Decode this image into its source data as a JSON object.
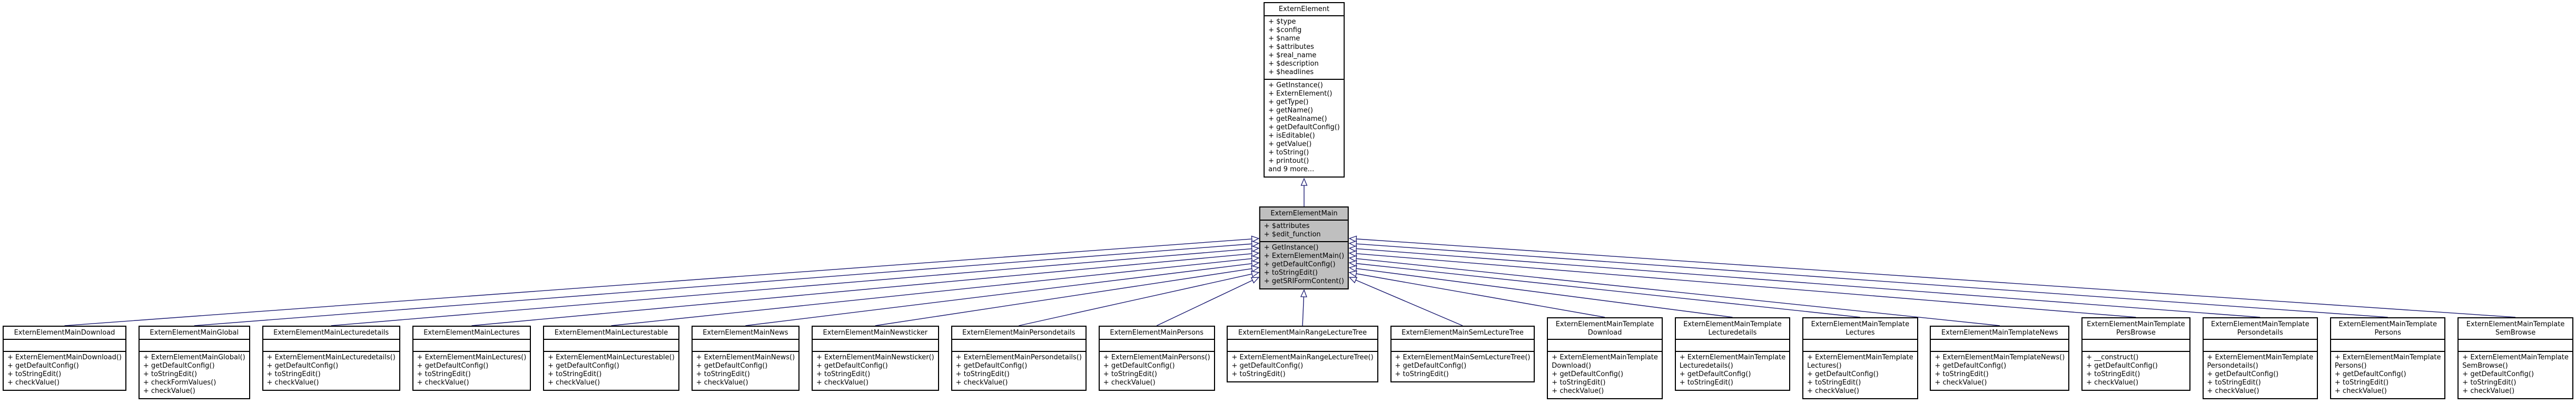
{
  "colors": {
    "edge": "#191970",
    "selected_fill": "#bfbfbf",
    "box_fill": "#ffffff",
    "border": "#000000"
  },
  "classes": {
    "base": {
      "title_lines": [
        "ExternElement"
      ],
      "attributes": [
        "+ $type",
        "+ $config",
        "+ $name",
        "+ $attributes",
        "+ $real_name",
        "+ $description",
        "+ $headlines"
      ],
      "methods": [
        "+ GetInstance()",
        "+ ExternElement()",
        "+ getType()",
        "+ getName()",
        "+ getRealname()",
        "+ getDefaultConfig()",
        "+ isEditable()",
        "+ getValue()",
        "+ toString()",
        "+ printout()",
        "and 9 more..."
      ]
    },
    "selected": {
      "title_lines": [
        "ExternElementMain"
      ],
      "attributes": [
        "+ $attributes",
        "+ $edit_function"
      ],
      "methods": [
        "+ GetInstance()",
        "+ ExternElementMain()",
        "+ getDefaultConfig()",
        "+ toStringEdit()",
        "+ getSRIFormContent()"
      ]
    },
    "derived": [
      {
        "title_lines": [
          "ExternElementMainDownload"
        ],
        "attributes": [],
        "methods": [
          "+ ExternElementMainDownload()",
          "+ getDefaultConfig()",
          "+ toStringEdit()",
          "+ checkValue()"
        ]
      },
      {
        "title_lines": [
          "ExternElementMainGlobal"
        ],
        "attributes": [],
        "methods": [
          "+ ExternElementMainGlobal()",
          "+ getDefaultConfig()",
          "+ toStringEdit()",
          "+ checkFormValues()",
          "+ checkValue()"
        ]
      },
      {
        "title_lines": [
          "ExternElementMainLecturedetails"
        ],
        "attributes": [],
        "methods": [
          "+ ExternElementMainLecturedetails()",
          "+ getDefaultConfig()",
          "+ toStringEdit()",
          "+ checkValue()"
        ]
      },
      {
        "title_lines": [
          "ExternElementMainLectures"
        ],
        "attributes": [],
        "methods": [
          "+ ExternElementMainLectures()",
          "+ getDefaultConfig()",
          "+ toStringEdit()",
          "+ checkValue()"
        ]
      },
      {
        "title_lines": [
          "ExternElementMainLecturestable"
        ],
        "attributes": [],
        "methods": [
          "+ ExternElementMainLecturestable()",
          "+ getDefaultConfig()",
          "+ toStringEdit()",
          "+ checkValue()"
        ]
      },
      {
        "title_lines": [
          "ExternElementMainNews"
        ],
        "attributes": [],
        "methods": [
          "+ ExternElementMainNews()",
          "+ getDefaultConfig()",
          "+ toStringEdit()",
          "+ checkValue()"
        ]
      },
      {
        "title_lines": [
          "ExternElementMainNewsticker"
        ],
        "attributes": [],
        "methods": [
          "+ ExternElementMainNewsticker()",
          "+ getDefaultConfig()",
          "+ toStringEdit()",
          "+ checkValue()"
        ]
      },
      {
        "title_lines": [
          "ExternElementMainPersondetails"
        ],
        "attributes": [],
        "methods": [
          "+ ExternElementMainPersondetails()",
          "+ getDefaultConfig()",
          "+ toStringEdit()",
          "+ checkValue()"
        ]
      },
      {
        "title_lines": [
          "ExternElementMainPersons"
        ],
        "attributes": [],
        "methods": [
          "+ ExternElementMainPersons()",
          "+ getDefaultConfig()",
          "+ toStringEdit()",
          "+ checkValue()"
        ]
      },
      {
        "title_lines": [
          "ExternElementMainRangeLectureTree"
        ],
        "attributes": [],
        "methods": [
          "+ ExternElementMainRangeLectureTree()",
          "+ getDefaultConfig()",
          "+ toStringEdit()"
        ]
      },
      {
        "title_lines": [
          "ExternElementMainSemLectureTree"
        ],
        "attributes": [],
        "methods": [
          "+ ExternElementMainSemLectureTree()",
          "+ getDefaultConfig()",
          "+ toStringEdit()"
        ]
      },
      {
        "title_lines": [
          "ExternElementMainTemplate",
          "Download"
        ],
        "attributes": [],
        "methods": [
          "+ ExternElementMainTemplate\nDownload()",
          "+ getDefaultConfig()",
          "+ toStringEdit()",
          "+ checkValue()"
        ]
      },
      {
        "title_lines": [
          "ExternElementMainTemplate",
          "Lecturedetails"
        ],
        "attributes": [],
        "methods": [
          "+ ExternElementMainTemplate\nLecturedetails()",
          "+ getDefaultConfig()",
          "+ toStringEdit()"
        ]
      },
      {
        "title_lines": [
          "ExternElementMainTemplate",
          "Lectures"
        ],
        "attributes": [],
        "methods": [
          "+ ExternElementMainTemplate\nLectures()",
          "+ getDefaultConfig()",
          "+ toStringEdit()",
          "+ checkValue()"
        ]
      },
      {
        "title_lines": [
          "ExternElementMainTemplateNews"
        ],
        "attributes": [],
        "methods": [
          "+ ExternElementMainTemplateNews()",
          "+ getDefaultConfig()",
          "+ toStringEdit()",
          "+ checkValue()"
        ]
      },
      {
        "title_lines": [
          "ExternElementMainTemplate",
          "PersBrowse"
        ],
        "attributes": [],
        "methods": [
          "+ __construct()",
          "+ getDefaultConfig()",
          "+ toStringEdit()",
          "+ checkValue()"
        ]
      },
      {
        "title_lines": [
          "ExternElementMainTemplate",
          "Persondetails"
        ],
        "attributes": [],
        "methods": [
          "+ ExternElementMainTemplate\nPersondetails()",
          "+ getDefaultConfig()",
          "+ toStringEdit()",
          "+ checkValue()"
        ]
      },
      {
        "title_lines": [
          "ExternElementMainTemplate",
          "Persons"
        ],
        "attributes": [],
        "methods": [
          "+ ExternElementMainTemplate\nPersons()",
          "+ getDefaultConfig()",
          "+ toStringEdit()",
          "+ checkValue()"
        ]
      },
      {
        "title_lines": [
          "ExternElementMainTemplate",
          "SemBrowse"
        ],
        "attributes": [],
        "methods": [
          "+ ExternElementMainTemplate\nSemBrowse()",
          "+ getDefaultConfig()",
          "+ toStringEdit()",
          "+ checkValue()"
        ]
      }
    ]
  }
}
